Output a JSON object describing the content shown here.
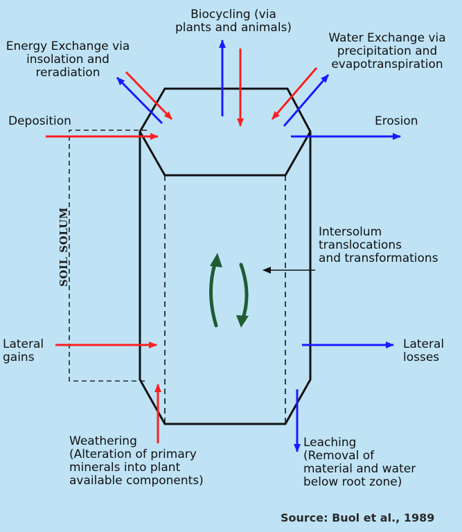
{
  "labels": {
    "biocycling": [
      "Biocycling (via",
      "plants and animals)"
    ],
    "energy": [
      "Energy Exchange via",
      "insolation and",
      "reradiation"
    ],
    "water": [
      "Water Exchange via",
      "precipitation and",
      "evapotranspiration"
    ],
    "deposition": "Deposition",
    "erosion": "Erosion",
    "soil_solum": "SOIL SOLUM",
    "intersolum": [
      "Intersolum",
      "translocations",
      "and transformations"
    ],
    "lateral_gains": [
      "Lateral",
      "gains"
    ],
    "lateral_losses": [
      "Lateral",
      "losses"
    ],
    "weathering": [
      "Weathering",
      "(Alteration of primary",
      "minerals into plant",
      "available components)"
    ],
    "leaching": [
      "Leaching",
      "(Removal of",
      "material and water",
      "below root zone)"
    ],
    "source": "Source: Buol et al., 1989"
  },
  "colors": {
    "background": "#bfe3f5",
    "gain_arrow": "#ff1e1e",
    "loss_arrow": "#1a1aff",
    "cycle_arrow": "#1f5c34",
    "outline": "#111111"
  }
}
